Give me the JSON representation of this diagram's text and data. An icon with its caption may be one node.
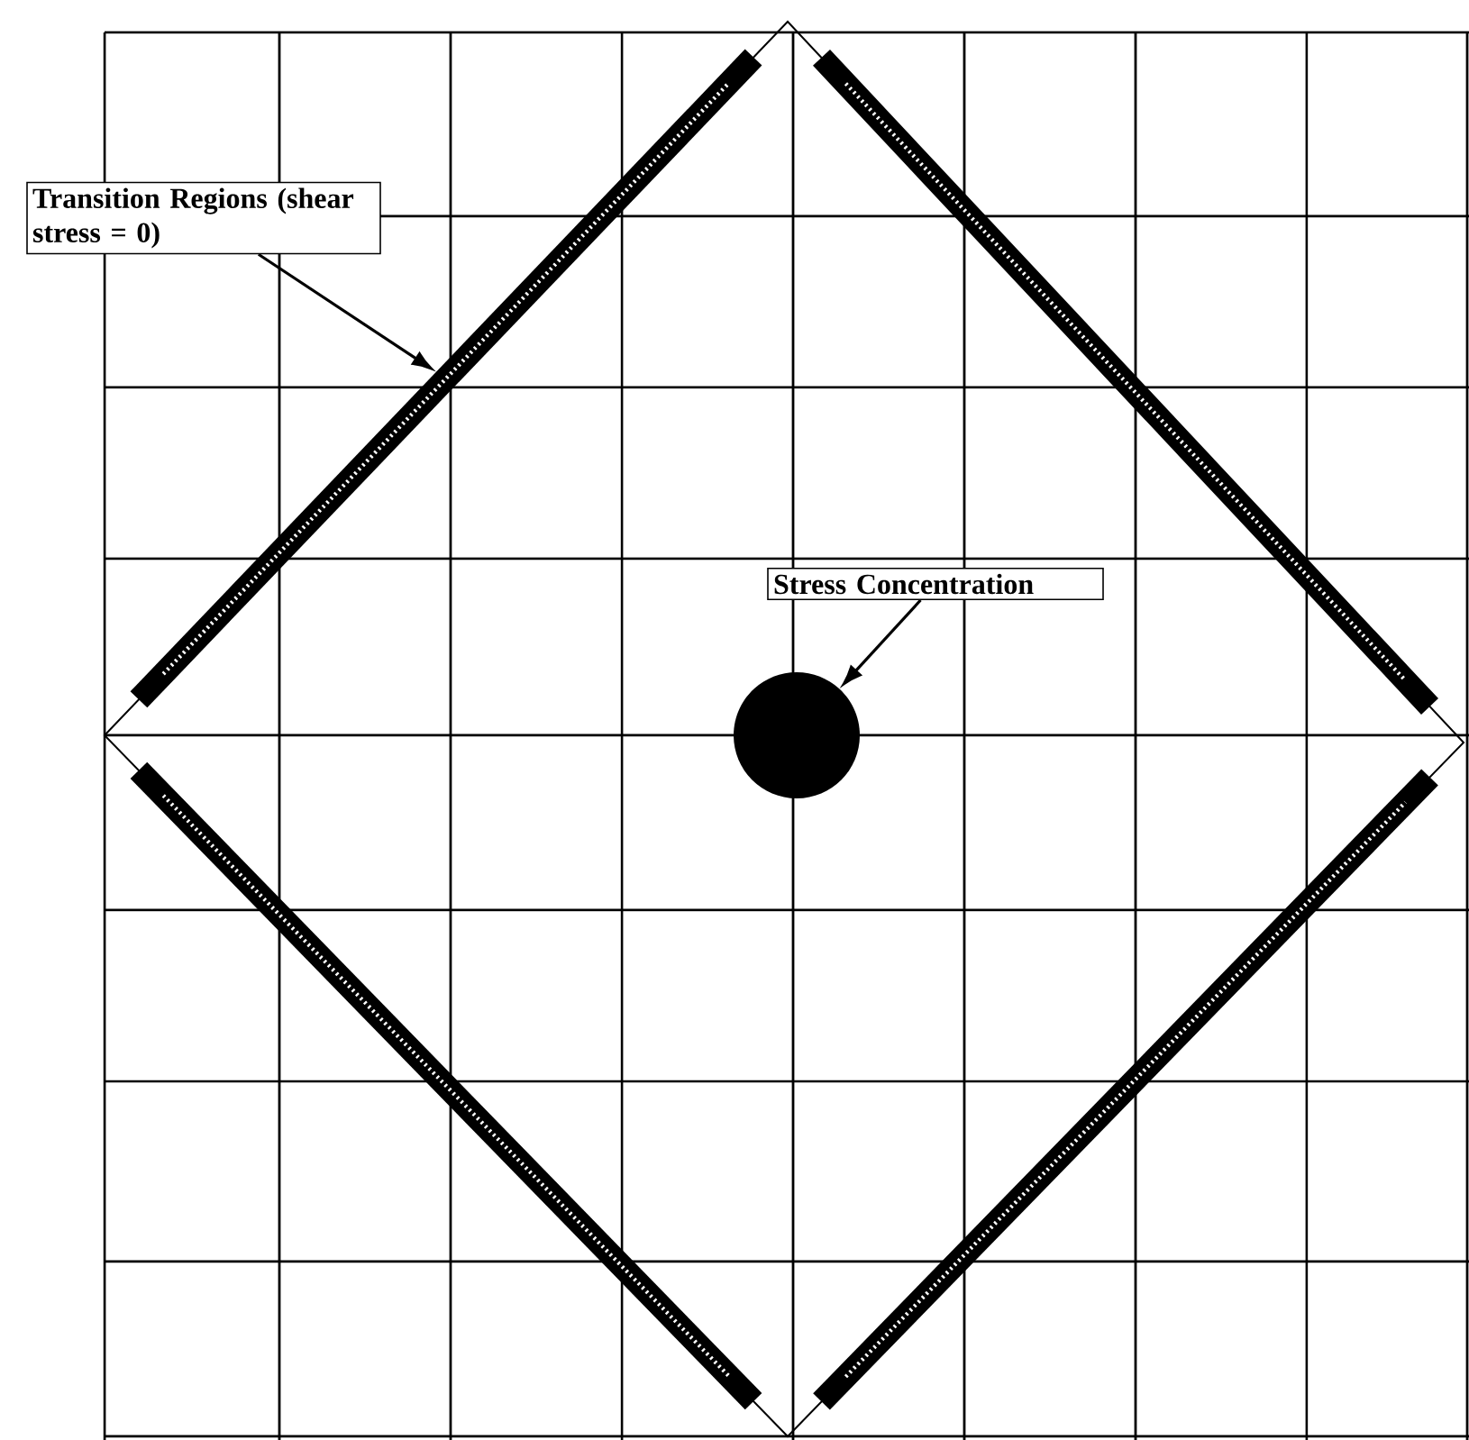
{
  "diagram": {
    "nodes": [
      {
        "text": [
          "Transition Regions (shear stress = 0)"
        ]
      },
      {
        "text": [],
        "shape": "bar"
      },
      {
        "text": [
          "Stress Concentration"
        ]
      },
      {
        "text": [],
        "shape": "circle"
      }
    ],
    "edges": [
      {
        "from": 0,
        "to": 1,
        "arrow": "to"
      },
      {
        "from": 2,
        "to": 3,
        "arrow": "to"
      }
    ]
  }
}
